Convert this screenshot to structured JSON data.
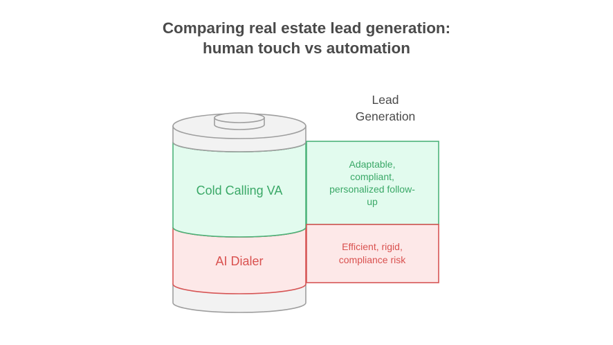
{
  "title": {
    "line1": "Comparing real estate lead generation:",
    "line2": "human touch vs automation"
  },
  "header": {
    "line1": "Lead",
    "line2": "Generation"
  },
  "segments": [
    {
      "label": "Cold Calling VA",
      "description": [
        "Adaptable,",
        "compliant,",
        "personalized follow-",
        "up"
      ],
      "text_color": "#3aa867",
      "stroke_color": "#4db37a",
      "fill_color": "#e2fbee"
    },
    {
      "label": "AI Dialer",
      "description": [
        "Efficient, rigid,",
        "compliance risk"
      ],
      "text_color": "#d9514f",
      "stroke_color": "#d65555",
      "fill_color": "#fde8e8"
    }
  ],
  "colors": {
    "battery_stroke": "#9e9e9e",
    "battery_fill": "#f2f2f2",
    "title_text": "#4a4a4a",
    "header_text": "#4a4a4a"
  }
}
